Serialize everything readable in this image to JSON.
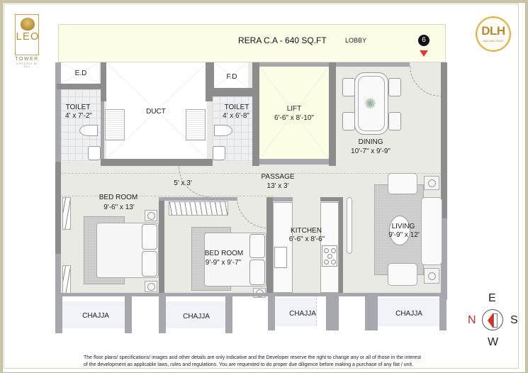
{
  "branding": {
    "left_logo": {
      "name": "LEO",
      "sub": "TOWER",
      "tagline": "A PROJECT BY DLH"
    },
    "right_logo": {
      "name": "DLH",
      "tagline": "BUILDING TRUST"
    }
  },
  "header": {
    "rera_area": "RERA C.A - 640 SQ.FT",
    "lobby": "LOBBY",
    "unit_marker": "6",
    "marker_color": "#e23b33"
  },
  "rooms": {
    "ed": {
      "name": "E.D"
    },
    "fd": {
      "name": "F.D"
    },
    "duct": {
      "name": "DUCT"
    },
    "toilet1": {
      "name": "TOILET",
      "size": "4' x 7'-2\""
    },
    "toilet2": {
      "name": "TOILET",
      "size": "4' x 6'-8\""
    },
    "lift": {
      "name": "LIFT",
      "size": "6'-6\" x 8'-10\""
    },
    "dining": {
      "name": "DINING",
      "size": "10'-7\" x 9'-9\""
    },
    "passage": {
      "name": "PASSAGE",
      "size": "13' x 3'"
    },
    "passage_small": {
      "size": "5' x 3'"
    },
    "bedroom1": {
      "name": "BED ROOM",
      "size": "9'-6\" x 13'"
    },
    "bedroom2": {
      "name": "BED ROOM",
      "size": "9'-9\" x 9'-7\""
    },
    "kitchen": {
      "name": "KITCHEN",
      "size": "6'-6\" x 8'-6\""
    },
    "living": {
      "name": "LIVING",
      "size": "9'-9\" x 12'"
    },
    "chajjas": [
      {
        "name": "CHAJJA"
      },
      {
        "name": "CHAJJA"
      },
      {
        "name": "CHAJJA"
      },
      {
        "name": "CHAJJA"
      }
    ]
  },
  "compass": {
    "north": "N",
    "south": "S",
    "east": "E",
    "west": "W"
  },
  "disclaimer": {
    "line1": "The floor plans/ specifications/ images and other details are only indicative and the Developer reserve the right to change any or all of those in the interest",
    "line2": "of the development as applicable laws, rules and regulations. You are requested to do proper due diligence before making a purchase of any flat / unit."
  }
}
